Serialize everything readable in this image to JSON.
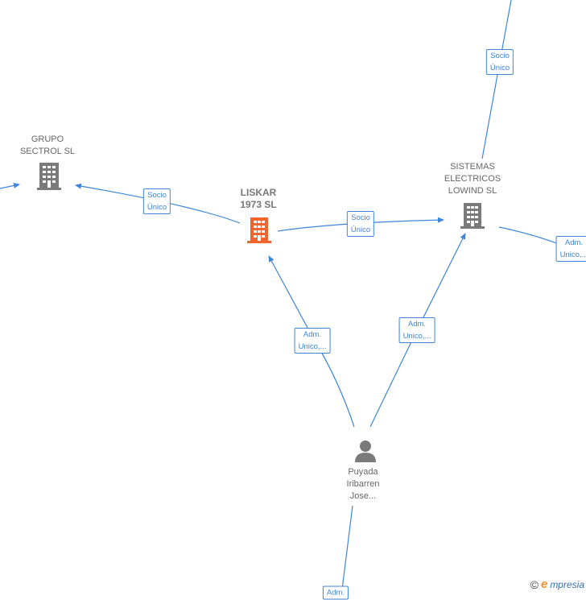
{
  "nodes": {
    "liskar": {
      "lines": [
        "LISKAR",
        "1973  SL"
      ],
      "icon": "building-icon",
      "color": "#f0652f"
    },
    "grupo": {
      "lines": [
        "GRUPO",
        "SECTROL  SL"
      ],
      "icon": "building-icon",
      "color": "#7a7a7a"
    },
    "sistemas": {
      "lines": [
        "SISTEMAS",
        "ELECTRICOS",
        "LOWIND SL"
      ],
      "icon": "building-icon",
      "color": "#7a7a7a"
    },
    "person": {
      "lines": [
        "Puyada",
        "Iribarren",
        "Jose..."
      ],
      "icon": "person-icon",
      "color": "#7a7a7a"
    }
  },
  "edge_labels": {
    "top_socio": [
      "Socio",
      "Único"
    ],
    "liskar_grupo": [
      "Socio",
      "Único"
    ],
    "liskar_sistemas": [
      "Socio",
      "Único"
    ],
    "sistemas_right": [
      "Adm.",
      "Unico,..."
    ],
    "person_liskar": [
      "Adm.",
      "Unico,..."
    ],
    "person_sistemas": [
      "Adm.",
      "Unico,..."
    ],
    "bottom_adm": [
      "Adm."
    ]
  },
  "brand": {
    "copyright": "©",
    "initial": "e",
    "rest": "mpresia"
  },
  "colors": {
    "edge": "#3d85d8",
    "focus": "#f0652f",
    "node": "#7a7a7a"
  }
}
